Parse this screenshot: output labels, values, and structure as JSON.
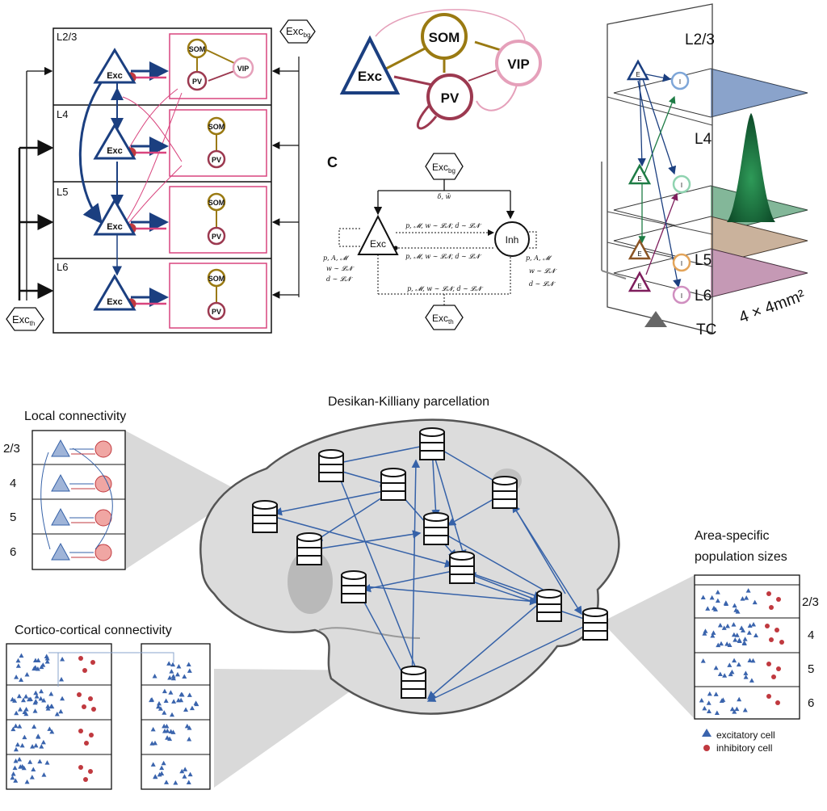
{
  "colors": {
    "exc": "#1b3f80",
    "som": "#9a7a12",
    "pv": "#9c3950",
    "vip": "#e5a0ba",
    "inh_box": "#d9457e",
    "l4_green": "#1e7c45",
    "l5_brown": "#8a5424",
    "l6_purple": "#7e1d5c",
    "arrow_blue": "#3662a8",
    "exc_cell": "#3a64ad",
    "inh_cell": "#c0393f",
    "brain": "#dcdcdc"
  },
  "panel_a": {
    "layers": [
      "L2/3",
      "L4",
      "L5",
      "L6"
    ],
    "exc_label": "Exc",
    "som_label": "SOM",
    "pv_label": "PV",
    "vip_label": "VIP",
    "exc_bg_main": "Exc",
    "exc_bg_sub": "bg",
    "exc_th_main": "Exc",
    "exc_th_sub": "th"
  },
  "panel_b": {
    "exc": "Exc",
    "som": "SOM",
    "pv": "PV",
    "vip": "VIP"
  },
  "panel_c": {
    "label": "C",
    "exc": "Exc",
    "inh": "Inh",
    "exc_bg_main": "Exc",
    "exc_bg_sub": "bg",
    "exc_th_main": "Exc",
    "exc_th_sub": "th",
    "bg_params": "δ, w̄",
    "e_to_i": "p, 𝓜, w ∼ 𝓛𝓝, d ∼ 𝓛𝓝",
    "i_to_e": "p, 𝓜, w ∼ 𝓛𝓝, d ∼ 𝓛𝓝",
    "th_params": "p, 𝓜, w ∼ 𝓛𝓝, d ∼ 𝓛𝓝",
    "exc_self": [
      "p, A, 𝓜",
      "w ∼ 𝓛𝓝",
      "d ∼ 𝓛𝓝"
    ],
    "inh_self": [
      "p, A, 𝓜",
      "w ∼ 𝓛𝓝",
      "d ∼ 𝓛𝓝"
    ]
  },
  "panel_d": {
    "layers": [
      "L2/3",
      "L4",
      "L5",
      "L6"
    ],
    "e_label": "E",
    "i_label": "I",
    "tc_label": "TC",
    "area_label": "4 × 4mm²"
  },
  "panel_e": {
    "title": "Desikan-Killiany parcellation",
    "local_title": "Local connectivity",
    "cc_title": "Cortico-cortical connectivity",
    "pop_title_1": "Area-specific",
    "pop_title_2": "population sizes",
    "layer_labels": [
      "2/3",
      "4",
      "5",
      "6"
    ],
    "legend_exc": "excitatory cell",
    "legend_inh": "inhibitory cell"
  }
}
